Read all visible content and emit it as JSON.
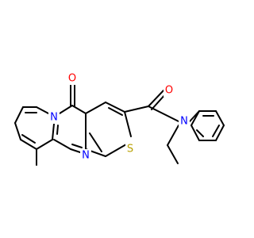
{
  "structure_type": "2D skeletal formula",
  "colors": {
    "bond": "#000000",
    "nitrogen": "#0000ff",
    "oxygen": "#ff0000",
    "sulfur": "#b8a000",
    "background": "#ffffff"
  },
  "atom_labels": {
    "carbonyl_oxygen_ring": "O",
    "ring_nitrogen_fused": "N",
    "ring_nitrogen_pyrimidine": "N",
    "thiophene_sulfur": "S",
    "amide_oxygen": "O",
    "amide_nitrogen": "N"
  }
}
